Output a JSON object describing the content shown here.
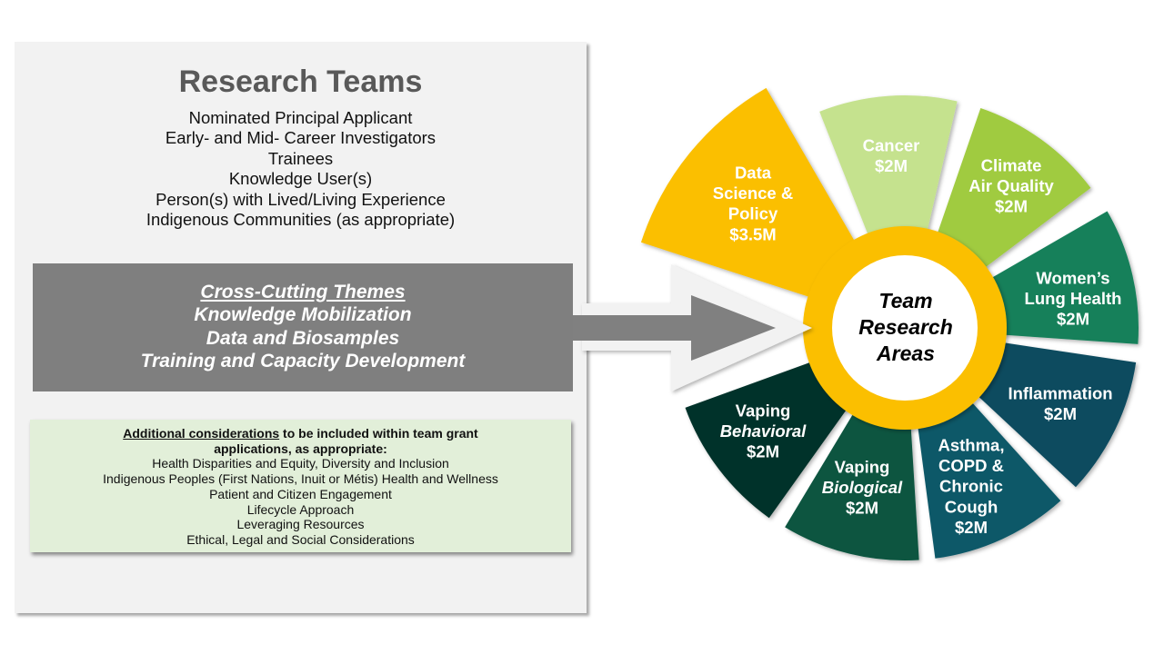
{
  "left_panel": {
    "title": "Research Teams",
    "members": [
      "Nominated Principal Applicant",
      "Early- and Mid- Career Investigators",
      "Trainees",
      "Knowledge User(s)",
      "Person(s) with Lived/Living Experience",
      "Indigenous Communities (as appropriate)"
    ],
    "cross_cutting": {
      "heading": "Cross-Cutting Themes",
      "items": [
        "Knowledge Mobilization",
        "Data and Biosamples",
        "Training and Capacity Development"
      ]
    },
    "additional": {
      "heading_underlined": "Additional considerations",
      "heading_rest": " to be included within team grant",
      "heading_line2": "applications, as appropriate:",
      "items": [
        "Health Disparities and Equity, Diversity and Inclusion",
        "Indigenous Peoples (First Nations, Inuit or Métis) Health and Wellness",
        "Patient and Citizen Engagement",
        "Lifecycle Approach",
        "Leveraging Resources",
        "Ethical, Legal and Social Considerations"
      ]
    }
  },
  "arrow": {
    "outer_color": "#f2f2f2",
    "inner_color": "#808080"
  },
  "wheel": {
    "center_lines": [
      "Team",
      "Research",
      "Areas"
    ],
    "ring_color": "#fbbf00",
    "center_color": "#ffffff",
    "segments": [
      {
        "id": "data-science-policy",
        "lines": [
          "Data",
          "Science &",
          "Policy"
        ],
        "amount": "$3.5M",
        "color": "#fbbf00"
      },
      {
        "id": "cancer",
        "lines": [
          "Cancer"
        ],
        "amount": "$2M",
        "color": "#c5e28e"
      },
      {
        "id": "climate-air-quality",
        "lines": [
          "Climate",
          "Air Quality"
        ],
        "amount": "$2M",
        "color": "#a0cb3f"
      },
      {
        "id": "womens-lung-health",
        "lines": [
          "Women’s",
          "Lung Health"
        ],
        "amount": "$2M",
        "color": "#15805a"
      },
      {
        "id": "inflammation",
        "lines": [
          "Inflammation"
        ],
        "amount": "$2M",
        "color": "#0a4b5f"
      },
      {
        "id": "asthma-copd-chronic-cough",
        "lines": [
          "Asthma,",
          "COPD &",
          "Chronic",
          "Cough"
        ],
        "amount": "$2M",
        "color": "#0e5868"
      },
      {
        "id": "vaping-biological",
        "lines": [
          "Vaping",
          "Biological"
        ],
        "amount": "$2M",
        "color": "#08553f"
      },
      {
        "id": "vaping-behavioral",
        "lines": [
          "Vaping",
          "Behavioral"
        ],
        "amount": "$2M",
        "color": "#05332a"
      }
    ]
  }
}
